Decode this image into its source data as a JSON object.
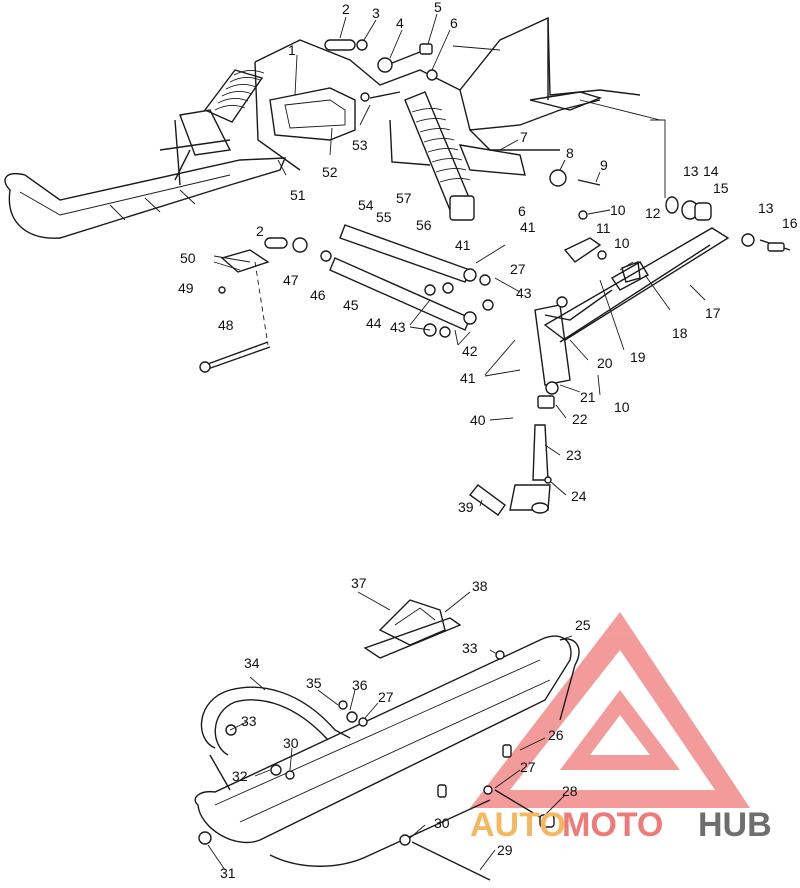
{
  "labels": [
    {
      "id": "1",
      "text": "1"
    },
    {
      "id": "2a",
      "text": "2"
    },
    {
      "id": "3",
      "text": "3"
    },
    {
      "id": "4",
      "text": "4"
    },
    {
      "id": "5",
      "text": "5"
    },
    {
      "id": "6a",
      "text": "6"
    },
    {
      "id": "7",
      "text": "7"
    },
    {
      "id": "8",
      "text": "8"
    },
    {
      "id": "9",
      "text": "9"
    },
    {
      "id": "10a",
      "text": "10"
    },
    {
      "id": "10b",
      "text": "10"
    },
    {
      "id": "10c",
      "text": "10"
    },
    {
      "id": "11",
      "text": "11"
    },
    {
      "id": "12",
      "text": "12"
    },
    {
      "id": "13a",
      "text": "13"
    },
    {
      "id": "13b",
      "text": "13"
    },
    {
      "id": "14",
      "text": "14"
    },
    {
      "id": "15",
      "text": "15"
    },
    {
      "id": "16",
      "text": "16"
    },
    {
      "id": "17",
      "text": "17"
    },
    {
      "id": "18",
      "text": "18"
    },
    {
      "id": "19",
      "text": "19"
    },
    {
      "id": "20",
      "text": "20"
    },
    {
      "id": "21",
      "text": "21"
    },
    {
      "id": "22",
      "text": "22"
    },
    {
      "id": "23",
      "text": "23"
    },
    {
      "id": "24",
      "text": "24"
    },
    {
      "id": "25",
      "text": "25"
    },
    {
      "id": "26",
      "text": "26"
    },
    {
      "id": "27a",
      "text": "27"
    },
    {
      "id": "27b",
      "text": "27"
    },
    {
      "id": "27c",
      "text": "27"
    },
    {
      "id": "28",
      "text": "28"
    },
    {
      "id": "29",
      "text": "29"
    },
    {
      "id": "30a",
      "text": "30"
    },
    {
      "id": "30b",
      "text": "30"
    },
    {
      "id": "31",
      "text": "31"
    },
    {
      "id": "32",
      "text": "32"
    },
    {
      "id": "33a",
      "text": "33"
    },
    {
      "id": "33b",
      "text": "33"
    },
    {
      "id": "34",
      "text": "34"
    },
    {
      "id": "35",
      "text": "35"
    },
    {
      "id": "36",
      "text": "36"
    },
    {
      "id": "37",
      "text": "37"
    },
    {
      "id": "38",
      "text": "38"
    },
    {
      "id": "39",
      "text": "39"
    },
    {
      "id": "40",
      "text": "40"
    },
    {
      "id": "41a",
      "text": "41"
    },
    {
      "id": "41b",
      "text": "41"
    },
    {
      "id": "41c",
      "text": "41"
    },
    {
      "id": "42",
      "text": "42"
    },
    {
      "id": "43a",
      "text": "43"
    },
    {
      "id": "43b",
      "text": "43"
    },
    {
      "id": "44",
      "text": "44"
    },
    {
      "id": "45",
      "text": "45"
    },
    {
      "id": "46",
      "text": "46"
    },
    {
      "id": "47",
      "text": "47"
    },
    {
      "id": "48",
      "text": "48"
    },
    {
      "id": "49",
      "text": "49"
    },
    {
      "id": "50",
      "text": "50"
    },
    {
      "id": "51",
      "text": "51"
    },
    {
      "id": "52",
      "text": "52"
    },
    {
      "id": "53",
      "text": "53"
    },
    {
      "id": "54",
      "text": "54"
    },
    {
      "id": "55",
      "text": "55"
    },
    {
      "id": "56",
      "text": "56"
    },
    {
      "id": "57",
      "text": "57"
    },
    {
      "id": "2b",
      "text": "2"
    },
    {
      "id": "6b",
      "text": "6"
    }
  ],
  "watermark": {
    "part1": "AUTO",
    "part2": "MOTO",
    "part3": "HUB",
    "color_orange": "#f5b860",
    "color_red": "#f07a7a",
    "color_gray": "#6e6e6e"
  }
}
